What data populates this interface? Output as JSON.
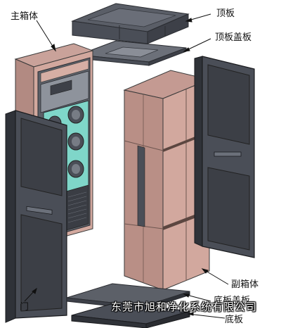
{
  "labels": {
    "main_box": "主箱体",
    "top_plate": "顶板",
    "top_cover": "顶板盖板",
    "sub_box": "副箱体",
    "bottom_cover": "底板盖板",
    "door": "门",
    "bottom_plate": "底板"
  },
  "watermark": "东莞市旭和净化系统有限公司",
  "colors": {
    "steel_dark": "#4a4e57",
    "steel_mid": "#6b707a",
    "panel_pink": "#d2a89e",
    "panel_pink_side": "#b98f86",
    "fan_teal": "#7fd6c9"
  }
}
